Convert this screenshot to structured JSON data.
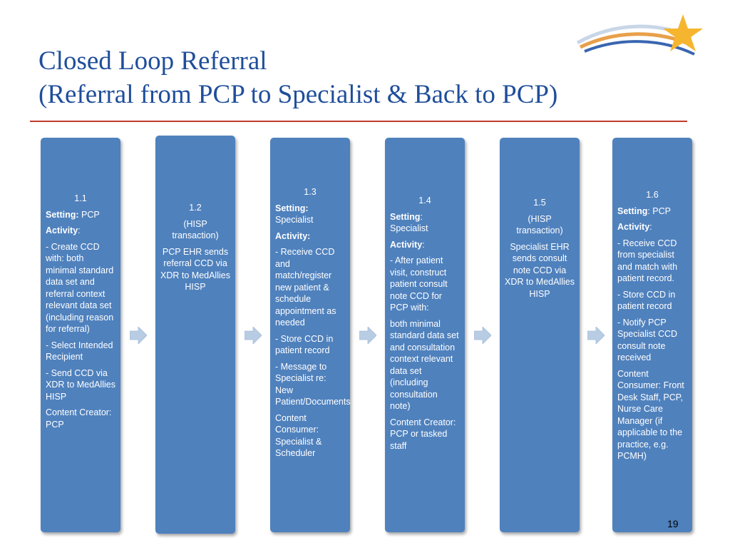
{
  "title": {
    "line1": "Closed Loop Referral",
    "line2": "(Referral from PCP to Specialist & Back to PCP)"
  },
  "page_number": "19",
  "colors": {
    "title": "#1f4e9a",
    "rule": "#c0392b",
    "box": "#4f81bd",
    "arrow": "#b8cce4"
  },
  "steps": [
    {
      "number": "1.1",
      "setting_label": "Setting:",
      "setting_value": " PCP",
      "activity_label": "Activity",
      "activity_colon": ":",
      "items": [
        "- Create CCD with: both minimal standard data set and referral context relevant data set (including reason for referral)",
        "- Select Intended Recipient",
        "- Send CCD via XDR to MedAllies HISP",
        "Content Creator: PCP"
      ]
    },
    {
      "number": "1.2",
      "subtitle": "(HISP transaction)",
      "body": "PCP EHR sends referral CCD via XDR to MedAllies HISP"
    },
    {
      "number": "1.3",
      "setting_label": "Setting:",
      "setting_value": "Specialist",
      "activity_label": "Activity:",
      "items": [
        "- Receive CCD and match/register new patient & schedule appointment as needed",
        "- Store CCD in patient record",
        "- Message to Specialist re: New Patient/Documents",
        "Content Consumer: Specialist & Scheduler"
      ]
    },
    {
      "number": "1.4",
      "setting_label": "Setting",
      "setting_value": ": Specialist",
      "activity_label": "Activity",
      "activity_colon": ":",
      "items": [
        "- After patient visit, construct patient consult note CCD for PCP with:",
        "both minimal standard data set and consultation context relevant data set (including consultation note)",
        "Content Creator: PCP or tasked staff"
      ]
    },
    {
      "number": "1.5",
      "subtitle": "(HISP transaction)",
      "body": "Specialist EHR sends consult note CCD via XDR to MedAllies HISP"
    },
    {
      "number": "1.6",
      "setting_label": "Setting",
      "setting_value": ": PCP",
      "activity_label": "Activity",
      "activity_colon": ":",
      "items": [
        "- Receive CCD from specialist and match with patient record.",
        "- Store CCD in patient record",
        "- Notify PCP Specialist CCD consult note received",
        "Content Consumer: Front Desk Staff, PCP, Nurse Care Manager (if applicable to the practice, e.g. PCMH)"
      ]
    }
  ]
}
